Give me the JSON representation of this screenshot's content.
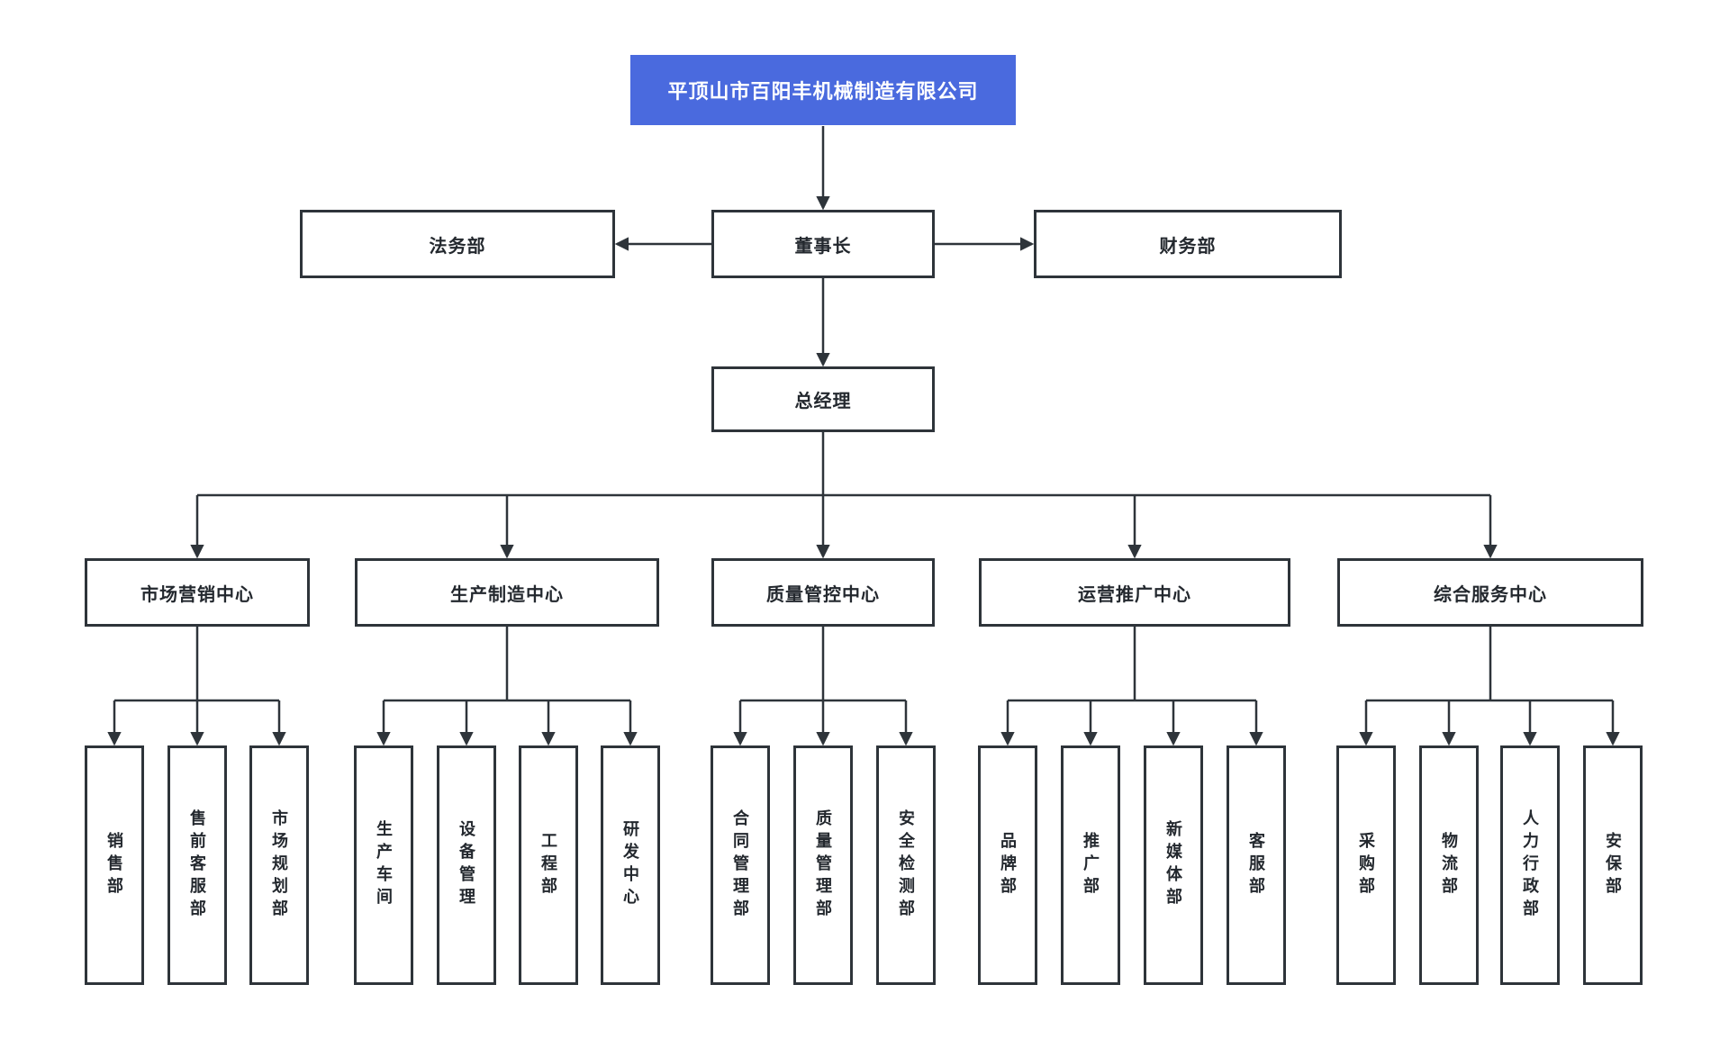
{
  "colors": {
    "accent_blue": "#4a6ade",
    "line_dark": "#2e343a",
    "box_background": "#ffffff",
    "title_text": "#ffffff",
    "label_text": "#23282e"
  },
  "org": {
    "company": "平顶山市百阳丰机械制造有限公司",
    "board": {
      "chairman": "董事长",
      "legal": "法务部",
      "finance": "财务部",
      "general_manager": "总经理"
    },
    "centers": [
      {
        "label": "市场营销中心",
        "departments": [
          "销售部",
          "售前客服部",
          "市场规划部"
        ]
      },
      {
        "label": "生产制造中心",
        "departments": [
          "生产车间",
          "设备管理",
          "工程部",
          "研发中心"
        ]
      },
      {
        "label": "质量管控中心",
        "departments": [
          "合同管理部",
          "质量管理部",
          "安全检测部"
        ]
      },
      {
        "label": "运营推广中心",
        "departments": [
          "品牌部",
          "推广部",
          "新媒体部",
          "客服部"
        ]
      },
      {
        "label": "综合服务中心",
        "departments": [
          "采购部",
          "物流部",
          "人力行政部",
          "安保部"
        ]
      }
    ]
  }
}
